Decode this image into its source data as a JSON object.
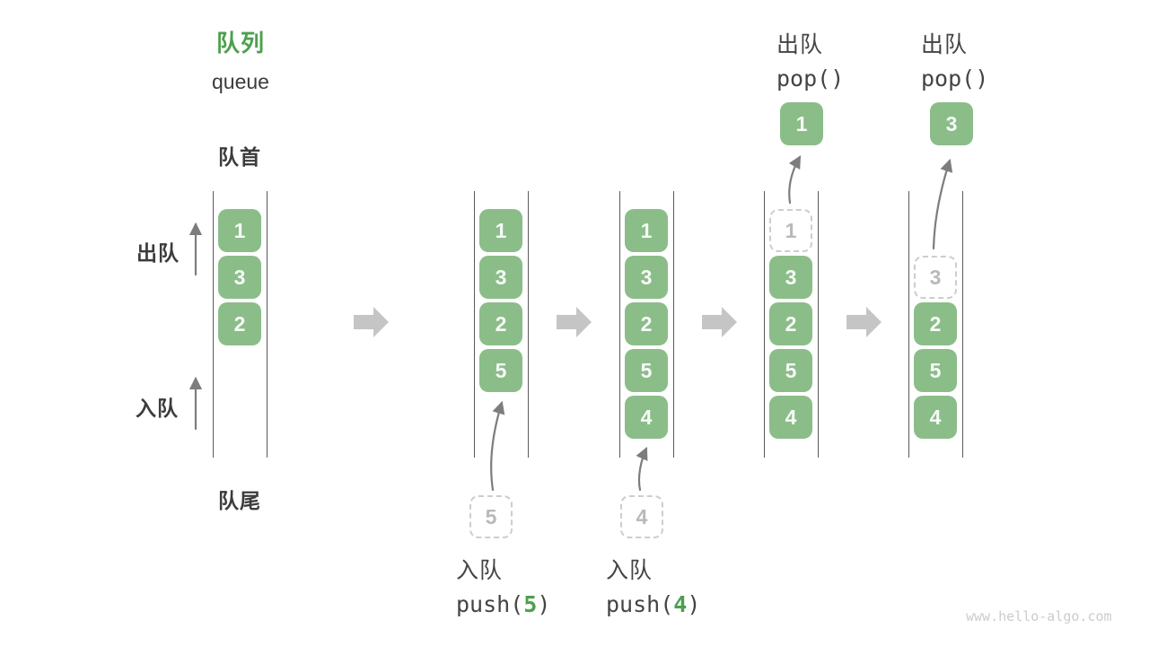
{
  "header": {
    "title_zh": "队列",
    "title_en": "queue"
  },
  "labels": {
    "front": "队首",
    "rear": "队尾",
    "dequeue_side": "出队",
    "enqueue_side": "入队"
  },
  "watermark": "www.hello-algo.com",
  "colors": {
    "accent_green": "#4ca04e",
    "box_green": "#8bbd89",
    "box_text": "#f7faf7",
    "dark_text": "#3c3c3c",
    "muted_gray": "#b9b9b9",
    "dashed_border": "#cdcdcd",
    "block_arrow": "#c5c5c5",
    "thin_arrow": "#7d7d7d",
    "column_line": "#5a5a5a",
    "watermark_gray": "#cccccc"
  },
  "diagram": {
    "type": "queue-operations",
    "states": [
      {
        "slots": [
          {
            "v": "1",
            "style": "solid"
          },
          {
            "v": "3",
            "style": "solid"
          },
          {
            "v": "2",
            "style": "solid"
          }
        ]
      },
      {
        "slots": [
          {
            "v": "1",
            "style": "solid"
          },
          {
            "v": "3",
            "style": "solid"
          },
          {
            "v": "2",
            "style": "solid"
          },
          {
            "v": "5",
            "style": "solid"
          }
        ],
        "pending": {
          "v": "5"
        }
      },
      {
        "slots": [
          {
            "v": "1",
            "style": "solid"
          },
          {
            "v": "3",
            "style": "solid"
          },
          {
            "v": "2",
            "style": "solid"
          },
          {
            "v": "5",
            "style": "solid"
          },
          {
            "v": "4",
            "style": "solid"
          }
        ],
        "pending": {
          "v": "4"
        }
      },
      {
        "slots": [
          {
            "v": "1",
            "style": "dashed"
          },
          {
            "v": "3",
            "style": "solid"
          },
          {
            "v": "2",
            "style": "solid"
          },
          {
            "v": "5",
            "style": "solid"
          },
          {
            "v": "4",
            "style": "solid"
          }
        ],
        "popped": {
          "v": "1"
        }
      },
      {
        "slots": [
          {
            "v": "3",
            "style": "dashed"
          },
          {
            "v": "2",
            "style": "solid"
          },
          {
            "v": "5",
            "style": "solid"
          },
          {
            "v": "4",
            "style": "solid"
          }
        ],
        "popped": {
          "v": "3"
        }
      }
    ],
    "operations": [
      {
        "action": "入队",
        "code_pre": "push(",
        "code_arg": "5",
        "code_post": ")"
      },
      {
        "action": "入队",
        "code_pre": "push(",
        "code_arg": "4",
        "code_post": ")"
      },
      {
        "action": "出队",
        "code_pre": "pop()",
        "code_arg": "",
        "code_post": ""
      },
      {
        "action": "出队",
        "code_pre": "pop()",
        "code_arg": "",
        "code_post": ""
      }
    ]
  }
}
